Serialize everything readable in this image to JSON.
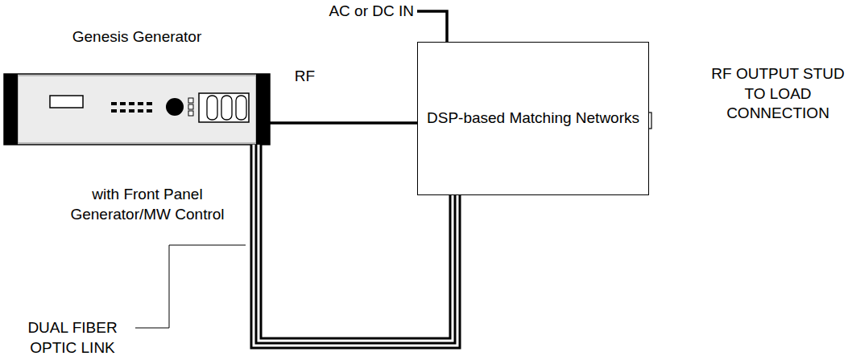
{
  "diagram": {
    "nodes": [
      {
        "text": [
          "Genesis Generator",
          "with Front Panel Generator/MW Control"
        ]
      },
      {
        "text": [
          "DSP-based Matching Networks"
        ]
      }
    ],
    "edges": [
      {
        "from": 0,
        "to": 1,
        "arrow": "none",
        "label": "RF"
      },
      {
        "from": 0,
        "to": 1,
        "arrow": "none"
      }
    ],
    "labels": [
      "AC or DC IN",
      "RF OUTPUT STUD TO LOAD CONNECTION",
      "DUAL FIBER OPTIC LINK"
    ]
  }
}
